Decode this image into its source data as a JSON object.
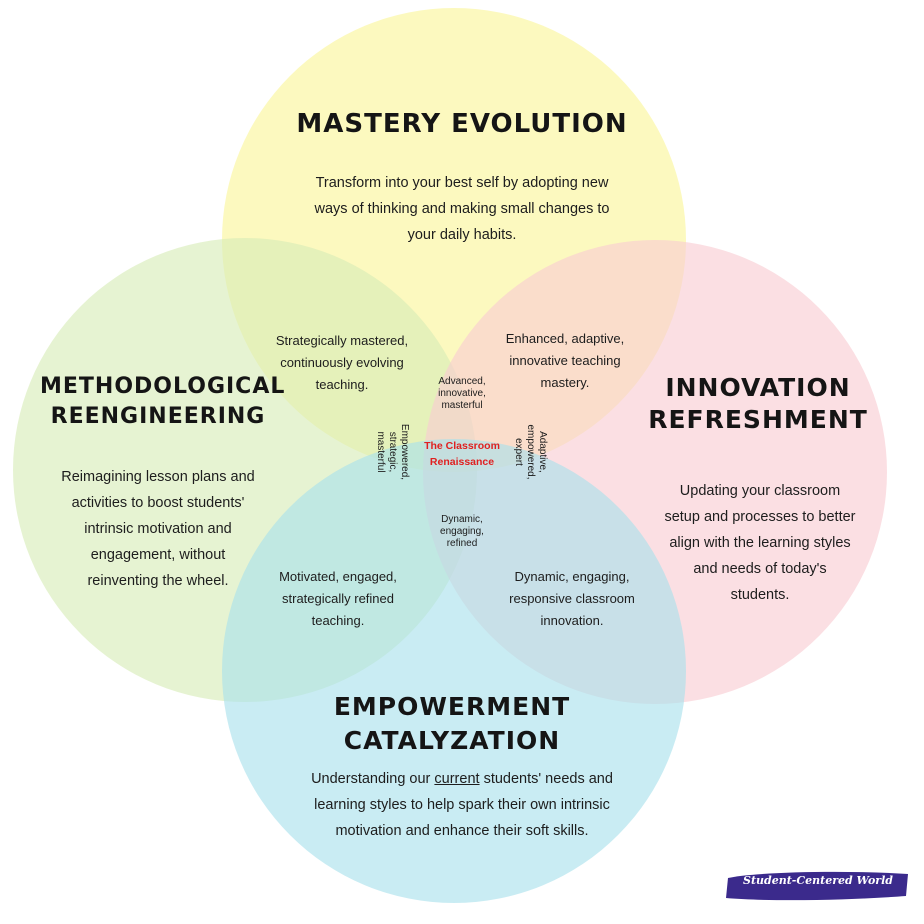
{
  "diagram": {
    "circles": {
      "mastery": {
        "color": "#fbf6a6",
        "title": [
          "MASTERY EVOLUTION"
        ],
        "desc": [
          "Transform into your best self by adopting new",
          "ways of thinking and making small changes to",
          "your daily habits."
        ]
      },
      "methodological": {
        "color": "#d7ecb6",
        "title": [
          "METHODOLOGICAL",
          "REENGINEERING"
        ],
        "desc": [
          "Reimagining lesson plans and",
          "activities to boost students'",
          "intrinsic motivation and",
          "engagement, without",
          "reinventing the wheel."
        ]
      },
      "innovation": {
        "color": "#f8cbd2",
        "title": [
          "INNOVATION",
          "REFRESHMENT"
        ],
        "desc": [
          "Updating your classroom",
          "setup and processes to better",
          "align with the learning styles",
          "and needs of today's",
          "students."
        ]
      },
      "empowerment": {
        "color": "#a8e0ec",
        "title": [
          "EMPOWERMENT",
          "CATALYZATION"
        ],
        "desc_line1_pre": "Understanding our ",
        "desc_line1_underlined": "current",
        "desc_line1_post": " students' needs and",
        "desc_rest": [
          "learning styles to help spark their own intrinsic",
          "motivation and enhance their soft skills."
        ]
      }
    },
    "overlaps": {
      "mastery_methodological": [
        "Strategically mastered,",
        "continuously evolving",
        "teaching."
      ],
      "mastery_innovation": [
        "Enhanced, adaptive,",
        "innovative teaching",
        "mastery."
      ],
      "methodological_empowerment": [
        "Motivated, engaged,",
        "strategically refined",
        "teaching."
      ],
      "innovation_empowerment": [
        "Dynamic, engaging,",
        "responsive classroom",
        "innovation."
      ],
      "triple_top": [
        "Advanced,",
        "innovative,",
        "masterful"
      ],
      "triple_bottom": [
        "Dynamic,",
        "engaging,",
        "refined"
      ],
      "triple_left": [
        "Empowered,",
        "strategic,",
        "masterful"
      ],
      "triple_right": [
        "Adaptive,",
        "empowered,",
        "expert"
      ],
      "center": [
        "The Classroom",
        "Renaissance"
      ]
    },
    "center_color": "#e02020"
  },
  "brand": {
    "text": "Student-Centered World",
    "color": "#3b2a8c"
  }
}
